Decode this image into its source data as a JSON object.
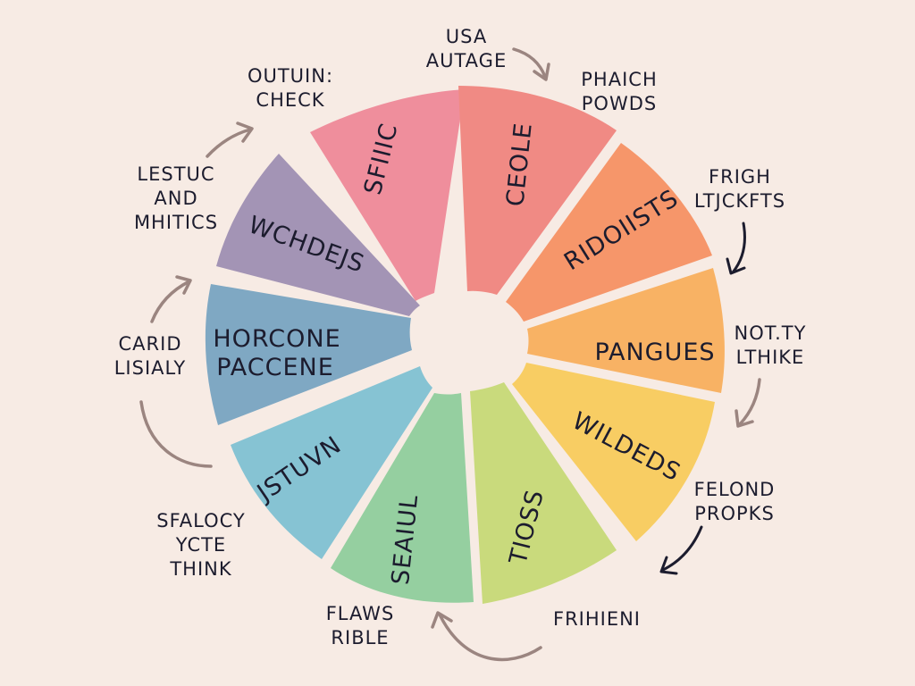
{
  "segments": [
    {
      "label": "SFIIIC",
      "color": "#ef8e9c"
    },
    {
      "label": "CEOLE",
      "color": "#f08a84"
    },
    {
      "label": "RIDOIISTS",
      "color": "#f6966a"
    },
    {
      "label": "PANGUES",
      "color": "#f8b264"
    },
    {
      "label": "WILDEDS",
      "color": "#f8cd63"
    },
    {
      "label": "TIOSS",
      "color": "#c9da7c"
    },
    {
      "label": "SEAIUL",
      "color": "#95cfa0"
    },
    {
      "label": "JSTUVN",
      "color": "#86c3d3"
    },
    {
      "label": "HORCONE PACCENE",
      "color": "#7fa8c3"
    },
    {
      "label": "WCHDEJS",
      "color": "#a394b5"
    }
  ],
  "outer_labels": [
    {
      "lines": [
        "USA",
        "AUTAGE"
      ]
    },
    {
      "lines": [
        "PHAICH",
        "POWDS"
      ]
    },
    {
      "lines": [
        "FRIGH",
        "LTJCKFTS"
      ]
    },
    {
      "lines": [
        "NOT.TY",
        "LTHIKE"
      ]
    },
    {
      "lines": [
        "FELOND",
        "PROPKS"
      ]
    },
    {
      "lines": [
        "FRIHIENI"
      ]
    },
    {
      "lines": [
        "FLAWS",
        "RIBLE"
      ]
    },
    {
      "lines": [
        "SFALOCY",
        "YCTE",
        "THINK"
      ]
    },
    {
      "lines": [
        "CARID",
        "LISIALY"
      ]
    },
    {
      "lines": [
        "LESTUC",
        "AND",
        "MHITICS"
      ]
    },
    {
      "lines": [
        "OUTUIN:",
        "CHECK"
      ]
    }
  ]
}
